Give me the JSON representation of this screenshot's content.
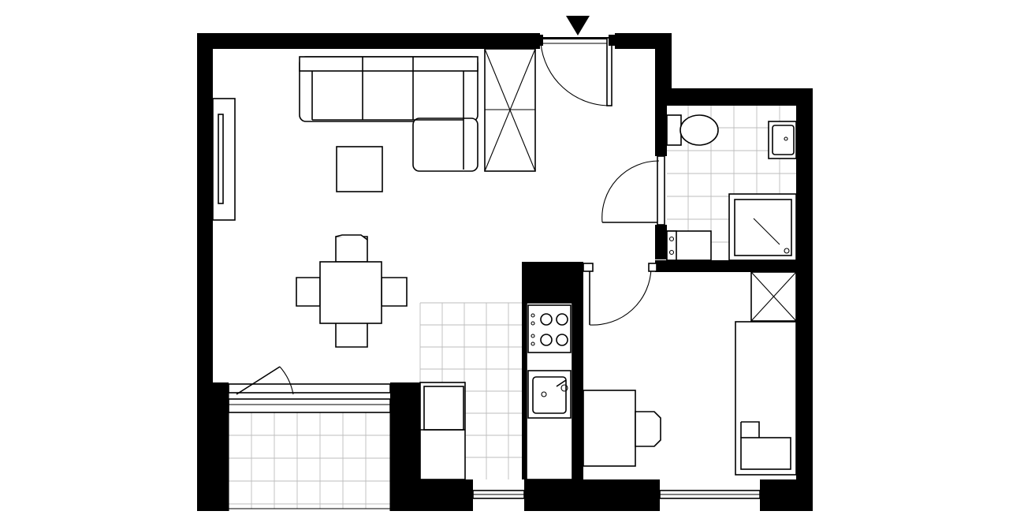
{
  "plan": {
    "wall_color": "#000000",
    "background_color": "#ffffff",
    "tile_color": "#bdbdbd",
    "entrance_marker": "entrance-arrow-icon",
    "rooms": [
      "living-room",
      "kitchen",
      "bathroom",
      "bedroom",
      "balcony"
    ]
  }
}
